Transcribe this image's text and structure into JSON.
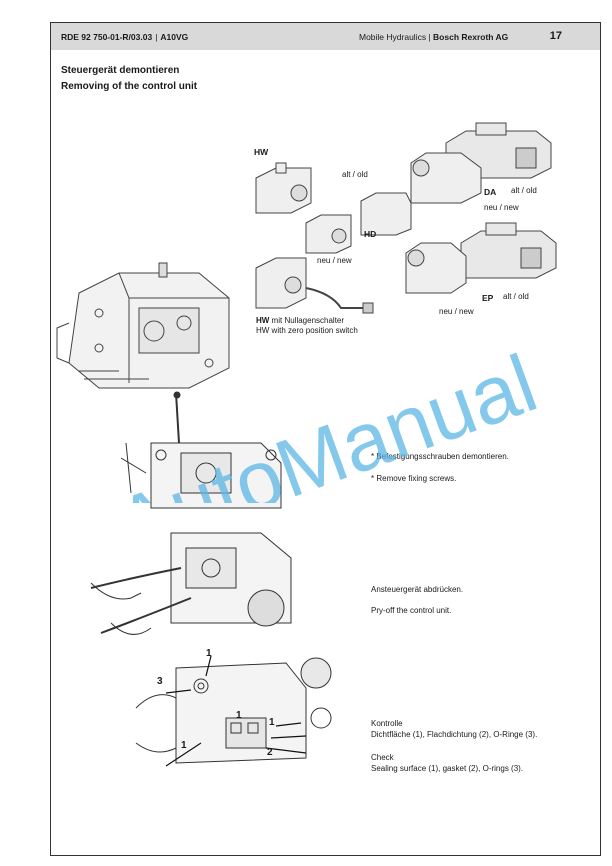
{
  "header": {
    "doc_ref": "RDE 92 750-01-R/03.03",
    "series": "A10VG",
    "division": "Mobile Hydraulics",
    "company": "Bosch Rexroth AG",
    "page_number": "17"
  },
  "title": {
    "de": "Steuergerät demontieren",
    "en": "Removing of the control unit"
  },
  "figure_labels": {
    "hw": "HW",
    "alt_old_1": "alt / old",
    "hd": "HD",
    "neu_new_1": "neu / new",
    "da": "DA",
    "alt_old_2": "alt / old",
    "neu_new_2": "neu / new",
    "hw_switch_bold": "HW",
    "hw_switch_de": " mit Nullagenschalter",
    "hw_switch_en": "HW with zero position switch",
    "ep": "EP",
    "alt_old_3": "alt / old",
    "neu_new_3": "neu / new",
    "callout_1a": "1",
    "callout_3": "3",
    "callout_1b": "1",
    "callout_1c": "1",
    "callout_1d": "1",
    "callout_2": "2"
  },
  "steps": [
    {
      "de": "*  Befestigungsschrauben demontieren.",
      "en": "*  Remove fixing screws."
    },
    {
      "de": "Ansteuergerät abdrücken.",
      "en": "Pry-off the control unit."
    },
    {
      "de_heading": "Kontrolle",
      "de": "Dichtfläche (1), Flachdichtung (2), O-Ringe (3).",
      "en_heading": "Check",
      "en": "Sealing surface (1), gasket (2), O-rings (3)."
    }
  ],
  "watermark": "AutoManual",
  "colors": {
    "header_bg": "#d9d9d9",
    "watermark": "#5bb6e6",
    "line_art": "#333333"
  }
}
